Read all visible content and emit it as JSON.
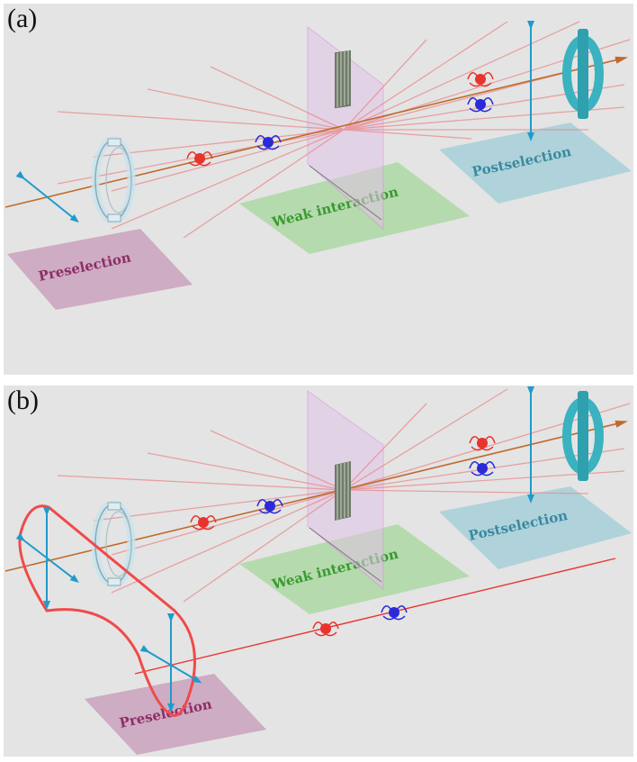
{
  "panels": [
    {
      "label": "(a)",
      "preselection": "Preselection",
      "weak_interaction": "Weak interaction",
      "postselection": "Postselection"
    },
    {
      "label": "(b)",
      "preselection": "Preselection",
      "weak_interaction": "Weak interaction",
      "postselection": "Postselection"
    }
  ],
  "colors": {
    "background": "#e4e4e4",
    "beam": "#c06a2a",
    "rays": "#e88a8a",
    "arrow": "#1f9bcc",
    "particle_red": "#e8342e",
    "particle_blue": "#2a2ad8",
    "preselection_plane": "#c79ab8",
    "weak_plane": "#a9d7a0",
    "postselection_plane": "#a7cfd8",
    "preselection_text": "#8e2d6a",
    "weak_text": "#3a9a30",
    "postselection_text": "#3a8aa0",
    "screen": "#e2c4e6"
  }
}
